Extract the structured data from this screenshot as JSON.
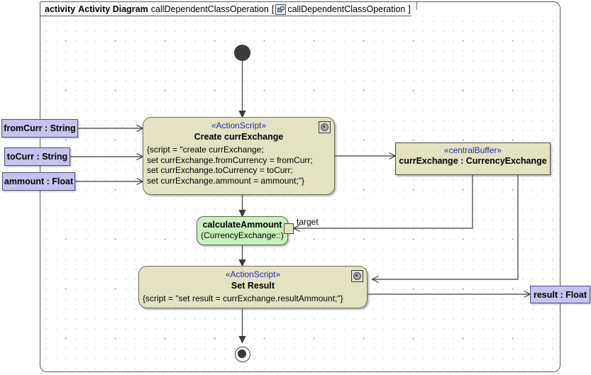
{
  "frame": {
    "keyword": "activity",
    "type": "Activity Diagram",
    "name": "callDependentClassOperation",
    "bracket_open": "[",
    "icon": "activity-diagram-icon",
    "qualifier": "callDependentClassOperation",
    "bracket_close": "]"
  },
  "nodes": {
    "initial": {
      "name": "initial-node"
    },
    "final": {
      "name": "activity-final-node"
    },
    "create_action": {
      "stereotype": "«ActionScript»",
      "title": "Create currExchange",
      "script_lines": [
        "{script = \"create currExchange;",
        "set currExchange.fromCurrency = fromCurr;",
        "set currExchange.toCurrency = toCurr;",
        "set currExchange.ammount = ammount;\"}"
      ],
      "icon": "script-gear-icon"
    },
    "set_result_action": {
      "stereotype": "«ActionScript»",
      "title": "Set Result",
      "script_lines": [
        "{script = \"set result = currExchange.resultAmmount;\"}"
      ],
      "icon": "script-gear-icon"
    },
    "central_buffer": {
      "stereotype": "«centralBuffer»",
      "title": "currExchange : CurrencyExchange"
    },
    "call_operation": {
      "title": "calculateAmmount",
      "subtitle": "(CurrencyExchange::)",
      "target_pin_label": "target"
    }
  },
  "parameters": {
    "inputs": [
      {
        "label": "fromCurr : String"
      },
      {
        "label": "toCurr : String"
      },
      {
        "label": "ammount : Float"
      }
    ],
    "outputs": [
      {
        "label": "result : Float"
      }
    ]
  },
  "colors": {
    "action_fill": "#e3e2c3",
    "action_stroke": "#6f6f55",
    "call_fill": "#c9f0bd",
    "pin_fill": "#c6c3ee",
    "stereotype_text": "#2b2ba8",
    "edge": "#3b3b3b",
    "grid_dot": "#8c8c8c"
  }
}
